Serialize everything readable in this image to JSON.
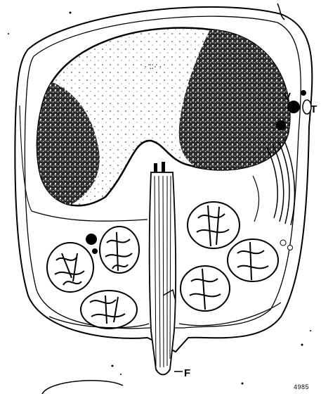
{
  "figure": {
    "labels": {
      "v_label": "V",
      "t_label": "T",
      "f_label": "F",
      "figure_number": "4985"
    },
    "colors": {
      "ink": "#000000",
      "paper": "#ffffff",
      "shade": "#2a2a2a"
    }
  }
}
